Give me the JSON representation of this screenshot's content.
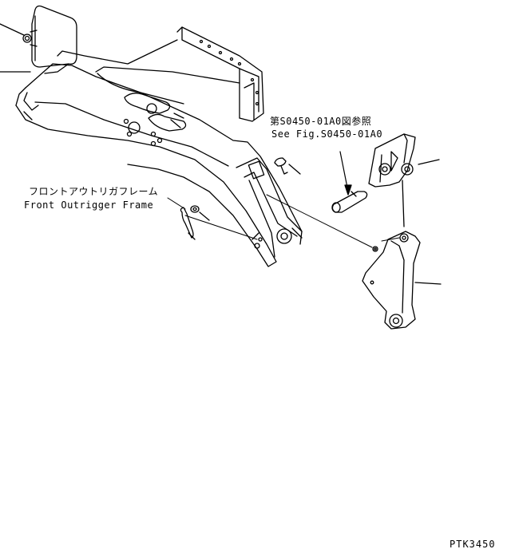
{
  "labels": {
    "reference_jp": "第S0450-01A0図参照",
    "reference_en": "See Fig.S0450-01A0",
    "frame_jp": "フロントアウトリガフレーム",
    "frame_en": "Front Outrigger Frame",
    "drawing_code": "PTK3450"
  },
  "colors": {
    "line": "#000000",
    "background": "#ffffff"
  }
}
